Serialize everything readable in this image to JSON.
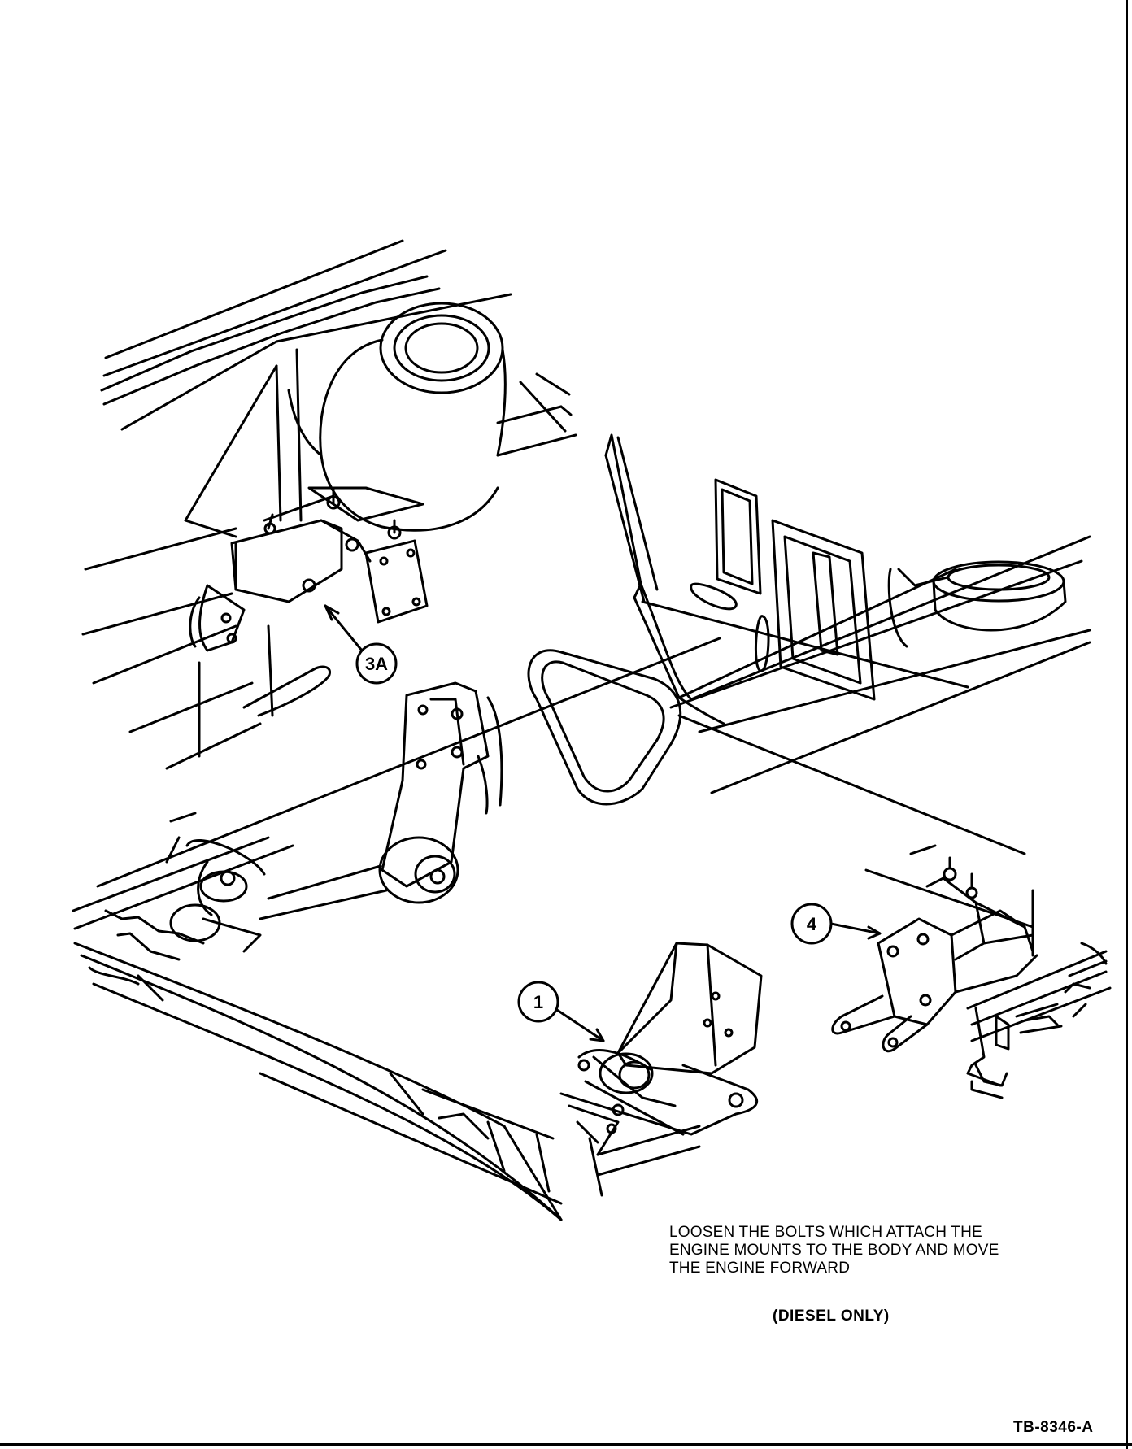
{
  "callouts": {
    "c3a": "3A",
    "c1": "1",
    "c4": "4"
  },
  "caption": {
    "line1": "LOOSEN THE BOLTS WHICH ATTACH THE",
    "line2": "ENGINE MOUNTS TO THE BODY AND MOVE",
    "line3": "THE ENGINE FORWARD"
  },
  "note": "(DIESEL ONLY)",
  "figure_id": "TB-8346-A"
}
